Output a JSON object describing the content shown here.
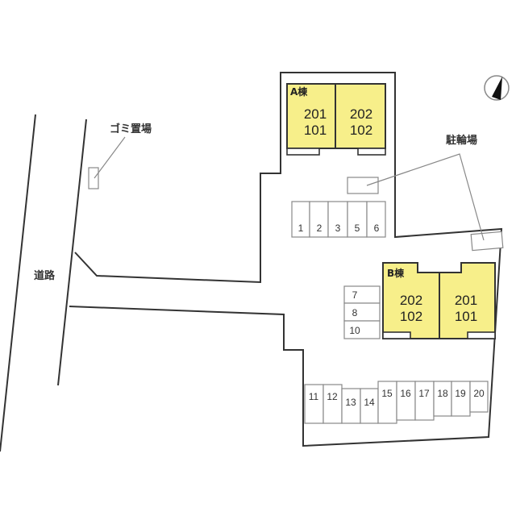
{
  "labels": {
    "road": "道路",
    "garbage": "ゴミ置場",
    "bicycle": "駐輪場",
    "north_icon": "north-arrow-icon"
  },
  "buildings": {
    "a": {
      "name": "A棟",
      "units": [
        {
          "upper": "201",
          "lower": "101"
        },
        {
          "upper": "202",
          "lower": "102"
        }
      ]
    },
    "b": {
      "name": "B棟",
      "units": [
        {
          "upper": "202",
          "lower": "102"
        },
        {
          "upper": "201",
          "lower": "101"
        }
      ]
    }
  },
  "parking": {
    "row_top": [
      "1",
      "2",
      "3",
      "5",
      "6"
    ],
    "column_mid": [
      "7",
      "8",
      "10"
    ],
    "row_bottom": [
      "11",
      "12",
      "13",
      "14",
      "15",
      "16",
      "17",
      "18",
      "19",
      "20"
    ]
  },
  "colors": {
    "building_fill": "#f7ef8a",
    "outline": "#333333",
    "parking_stroke": "#888888"
  }
}
